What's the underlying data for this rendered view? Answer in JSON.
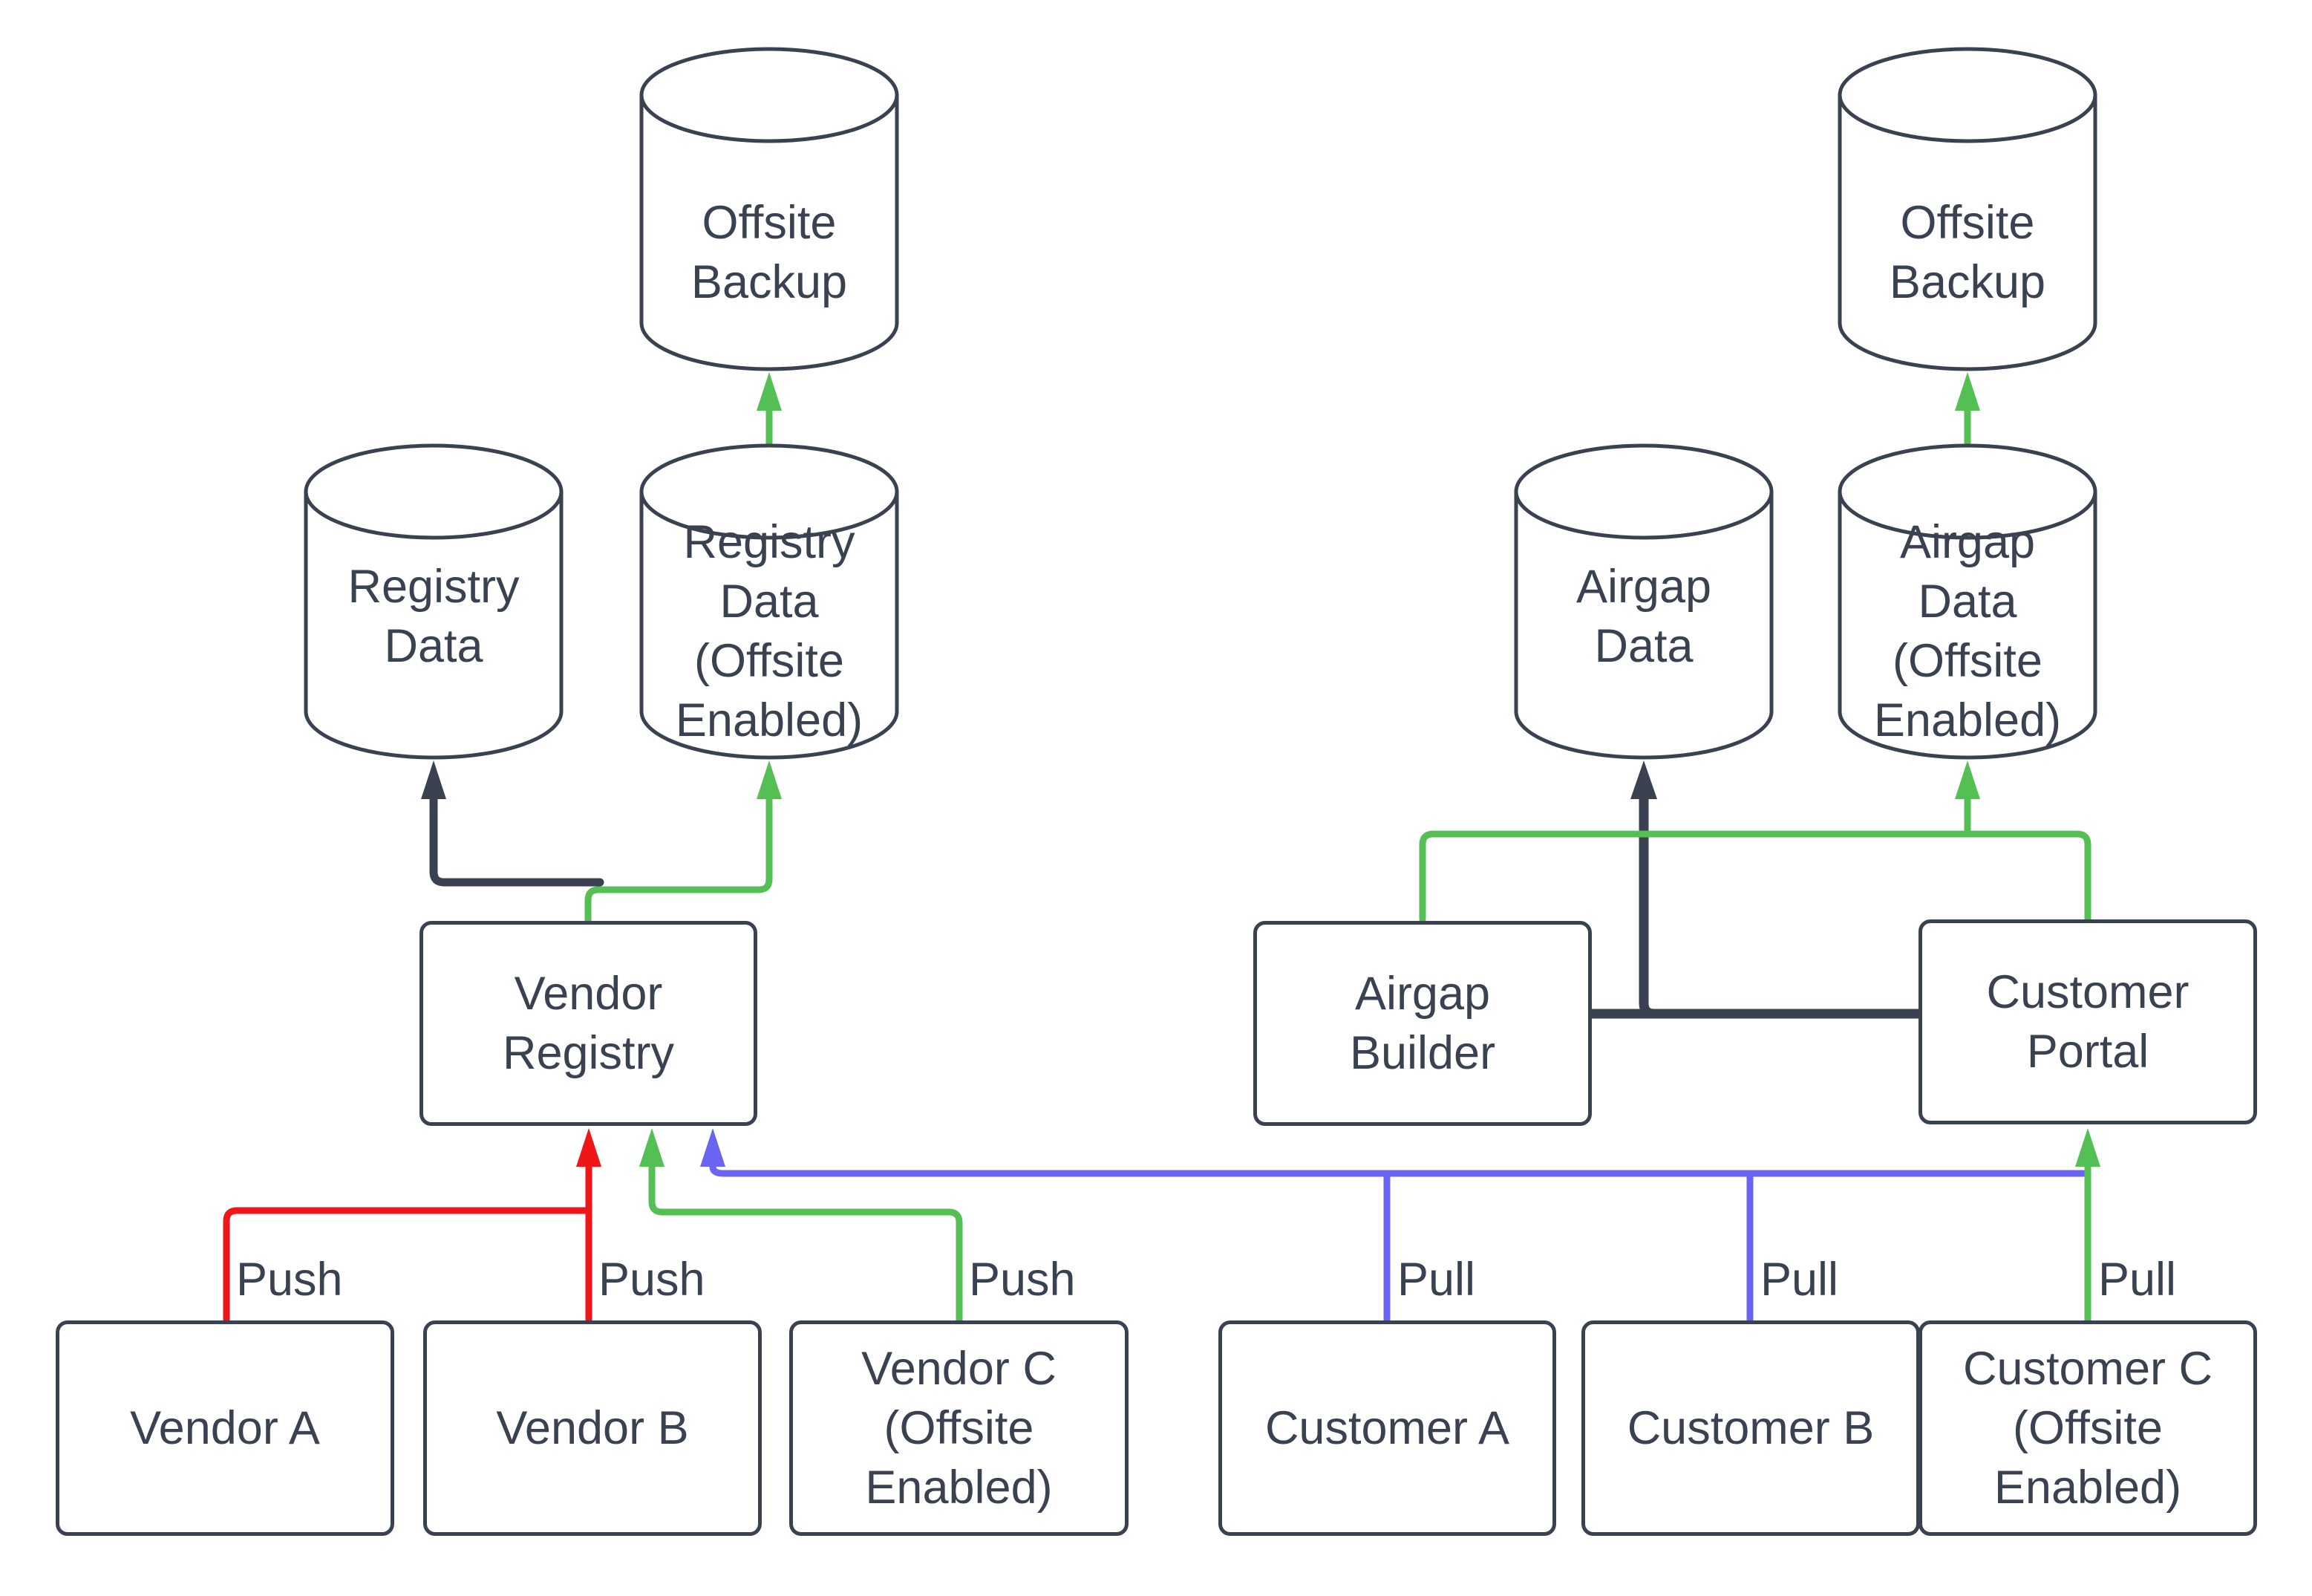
{
  "diagram": {
    "title": "Registry / Airgap data flow diagram",
    "colors": {
      "push_red": "#ee1616",
      "flow_green": "#54c054",
      "pull_blue": "#6965f0",
      "dark_slate": "#3a4252",
      "background": "#ffffff",
      "node_fill": "#ffffff"
    },
    "nodes": {
      "vendor_a": {
        "label": "Vendor A",
        "type": "box"
      },
      "vendor_b": {
        "label": "Vendor B",
        "type": "box"
      },
      "vendor_c": {
        "label": "Vendor C\n(Offsite\nEnabled)",
        "type": "box"
      },
      "customer_a": {
        "label": "Customer A",
        "type": "box"
      },
      "customer_b": {
        "label": "Customer B",
        "type": "box"
      },
      "customer_c": {
        "label": "Customer C\n(Offsite\nEnabled)",
        "type": "box"
      },
      "vendor_registry": {
        "label": "Vendor\nRegistry",
        "type": "box"
      },
      "airgap_builder": {
        "label": "Airgap\nBuilder",
        "type": "box"
      },
      "customer_portal": {
        "label": "Customer\nPortal",
        "type": "box"
      },
      "registry_data": {
        "label": "Registry\nData",
        "type": "cylinder"
      },
      "registry_data_offsite": {
        "label": "Registry\nData\n(Offsite\nEnabled)",
        "type": "cylinder"
      },
      "offsite_backup_left": {
        "label": "Offsite\nBackup",
        "type": "cylinder"
      },
      "airgap_data": {
        "label": "Airgap\nData",
        "type": "cylinder"
      },
      "airgap_data_offsite": {
        "label": "Airgap\nData\n(Offsite\nEnabled)",
        "type": "cylinder"
      },
      "offsite_backup_right": {
        "label": "Offsite\nBackup",
        "type": "cylinder"
      }
    },
    "edge_labels": {
      "push_a": "Push",
      "push_b": "Push",
      "push_c": "Push",
      "pull_a": "Pull",
      "pull_b": "Pull",
      "pull_c": "Pull"
    },
    "edges": [
      {
        "from": "Vendor A",
        "to": "Vendor Registry",
        "label": "Push",
        "color": "push_red"
      },
      {
        "from": "Vendor B",
        "to": "Vendor Registry",
        "label": "Push",
        "color": "push_red"
      },
      {
        "from": "Vendor C (Offsite Enabled)",
        "to": "Vendor Registry",
        "label": "Push",
        "color": "flow_green"
      },
      {
        "from": "Vendor Registry",
        "to": "Registry Data",
        "label": "",
        "color": "dark_slate"
      },
      {
        "from": "Vendor Registry",
        "to": "Registry Data (Offsite Enabled)",
        "label": "",
        "color": "flow_green"
      },
      {
        "from": "Registry Data (Offsite Enabled)",
        "to": "Offsite Backup",
        "label": "",
        "color": "flow_green"
      },
      {
        "from": "Customer A",
        "to": "Vendor Registry",
        "label": "Pull",
        "color": "pull_blue"
      },
      {
        "from": "Customer B",
        "to": "Vendor Registry",
        "label": "Pull",
        "color": "pull_blue"
      },
      {
        "from": "Customer C (Offsite Enabled)",
        "to": "Customer Portal",
        "label": "Pull",
        "color": "flow_green"
      },
      {
        "from": "Customer Portal",
        "to": "Airgap Builder",
        "label": "",
        "color": "flow_green"
      },
      {
        "from": "Customer Portal",
        "to": "Airgap Data (Offsite Enabled)",
        "label": "",
        "color": "flow_green"
      },
      {
        "from": "Airgap Builder",
        "to": "Airgap Data",
        "label": "",
        "color": "dark_slate"
      },
      {
        "from": "Customer Portal",
        "to": "Airgap Data",
        "label": "",
        "color": "dark_slate"
      },
      {
        "from": "Airgap Data (Offsite Enabled)",
        "to": "Offsite Backup",
        "label": "",
        "color": "flow_green"
      }
    ]
  }
}
